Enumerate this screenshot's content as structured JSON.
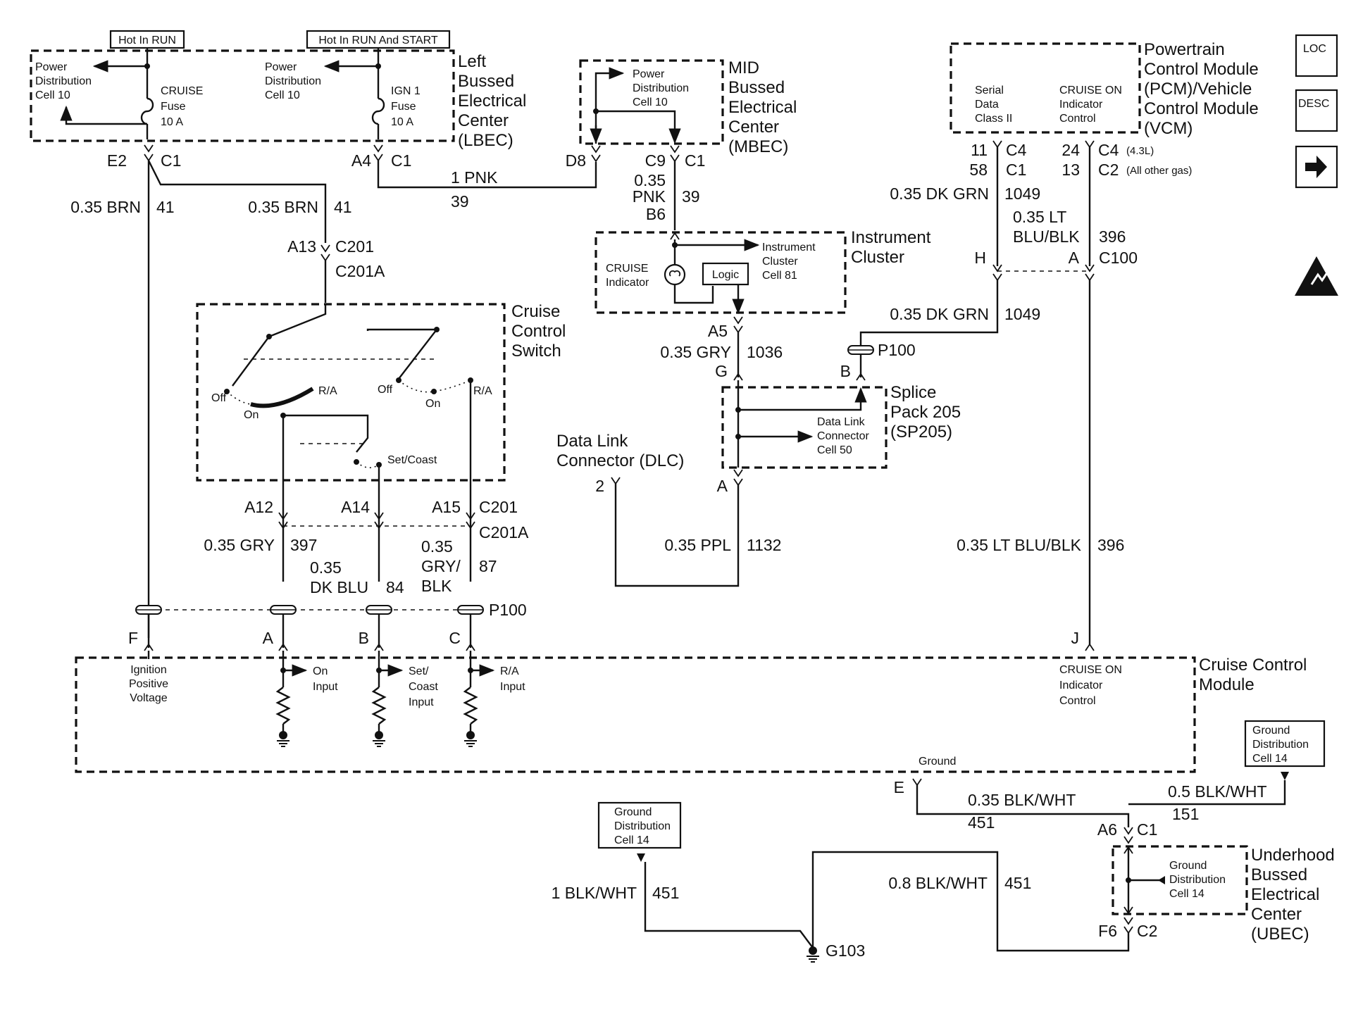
{
  "hot": {
    "run": "Hot In RUN",
    "run_start": "Hot In RUN And START"
  },
  "lbec": {
    "pd_cell": [
      "Power",
      "Distribution",
      "Cell 10"
    ],
    "pd_cell2": [
      "Power",
      "Distribution",
      "Cell 10"
    ],
    "fuse1": [
      "CRUISE",
      "Fuse",
      "10 A"
    ],
    "fuse2": [
      "IGN 1",
      "Fuse",
      "10 A"
    ],
    "title": [
      "Left",
      "Bussed",
      "Electrical",
      "Center",
      "(LBEC)"
    ],
    "e2": "E2",
    "c1a": "C1",
    "a4": "A4",
    "c1b": "C1"
  },
  "mbec": {
    "pd_cell": [
      "Power",
      "Distribution",
      "Cell 10"
    ],
    "title": [
      "MID",
      "Bussed",
      "Electrical",
      "Center",
      "(MBEC)"
    ],
    "d8": "D8",
    "c9": "C9",
    "c1": "C1"
  },
  "pcm": {
    "serial": [
      "Serial",
      "Data",
      "Class II"
    ],
    "cruise_on": [
      "CRUISE ON",
      "Indicator",
      "Control"
    ],
    "title": [
      "Powertrain",
      "Control Module",
      "(PCM)/Vehicle",
      "Control Module",
      "(VCM)"
    ],
    "p11": "11",
    "c4a": "C4",
    "p24": "24",
    "c4b": "C4",
    "c4b_note": "(4.3L)",
    "p58": "58",
    "c1": "C1",
    "p13": "13",
    "c2": "C2",
    "c2_note": "(All other gas)"
  },
  "icons": {
    "loc": "LOC",
    "desc": "DESC",
    "arrow": "right-arrow-icon",
    "esd": "esd-warning-icon"
  },
  "wires": {
    "brn1": "0.35 BRN",
    "brn1_n": "41",
    "brn2": "0.35 BRN",
    "brn2_n": "41",
    "pnk1": "1 PNK",
    "pnk1_n": "39",
    "pnk2a": "0.35",
    "pnk2b": "PNK",
    "pnk2_n": "39",
    "b6": "B6",
    "dkgrn1": "0.35 DK GRN",
    "dkgrn1_n": "1049",
    "ltblu1a": "0.35 LT",
    "ltblu1b": "BLU/BLK",
    "ltblu1_n": "396",
    "dkgrn2": "0.35 DK GRN",
    "dkgrn2_n": "1049",
    "gry1": "0.35 GRY",
    "gry1_n": "1036",
    "ppl": "0.35 PPL",
    "ppl_n": "1132",
    "ltblu2": "0.35 LT BLU/BLK",
    "ltblu2_n": "396",
    "gry2": "0.35 GRY",
    "gry2_n": "397",
    "dkblu_a": "0.35",
    "dkblu_b": "DK BLU",
    "dkblu_n": "84",
    "gryblk_a": "0.35",
    "gryblk_b": "GRY/",
    "gryblk_c": "BLK",
    "gryblk_n": "87",
    "blkwht1": "0.35 BLK/WHT",
    "blkwht1_n": "451",
    "blkwht2": "0.5 BLK/WHT",
    "blkwht2_n": "151",
    "blkwht3": "1 BLK/WHT",
    "blkwht3_n": "451",
    "blkwht4": "0.8 BLK/WHT",
    "blkwht4_n": "451"
  },
  "c201": {
    "a13": "A13",
    "c201": "C201",
    "c201a": "C201A",
    "a12": "A12",
    "a14": "A14",
    "a15": "A15",
    "c201b": "C201",
    "c201ab": "C201A"
  },
  "switch": {
    "title": [
      "Cruise",
      "Control",
      "Switch"
    ],
    "off1": "Off",
    "on1": "On",
    "ra1": "R/A",
    "off2": "Off",
    "on2": "On",
    "ra2": "R/A",
    "setcoast": "Set/Coast"
  },
  "cluster": {
    "title": [
      "Instrument",
      "Cluster"
    ],
    "cruise_ind": [
      "CRUISE",
      "Indicator"
    ],
    "logic": "Logic",
    "ref": [
      "Instrument",
      "Cluster",
      "Cell 81"
    ],
    "a5": "A5",
    "g": "G"
  },
  "connectors": {
    "h": "H",
    "a": "A",
    "c100": "C100",
    "p100": "P100",
    "b": "B",
    "p100b": "P100",
    "f": "F",
    "pa": "A",
    "pb": "B",
    "pc": "C",
    "j": "J"
  },
  "splice": {
    "title": [
      "Splice",
      "Pack 205",
      "(SP205)"
    ],
    "ref": [
      "Data Link",
      "Connector",
      "Cell 50"
    ],
    "a": "A"
  },
  "dlc": {
    "title": [
      "Data Link",
      "Connector (DLC)"
    ],
    "pin": "2"
  },
  "ccm": {
    "title": [
      "Cruise Control",
      "Module"
    ],
    "ign": [
      "Ignition",
      "Positive",
      "Voltage"
    ],
    "on_in": [
      "On",
      "Input"
    ],
    "set_in": [
      "Set/",
      "Coast",
      "Input"
    ],
    "ra_in": [
      "R/A",
      "Input"
    ],
    "cruise_on": [
      "CRUISE ON",
      "Indicator",
      "Control"
    ],
    "ground": "Ground",
    "e": "E"
  },
  "ground": {
    "gd1": [
      "Ground",
      "Distribution",
      "Cell 14"
    ],
    "gd2": [
      "Ground",
      "Distribution",
      "Cell 14"
    ],
    "gd3": [
      "Ground",
      "Distribution",
      "Cell 14"
    ],
    "g103": "G103"
  },
  "ubec": {
    "title": [
      "Underhood",
      "Bussed",
      "Electrical",
      "Center",
      "(UBEC)"
    ],
    "a6": "A6",
    "c1": "C1",
    "f6": "F6",
    "c2": "C2"
  }
}
